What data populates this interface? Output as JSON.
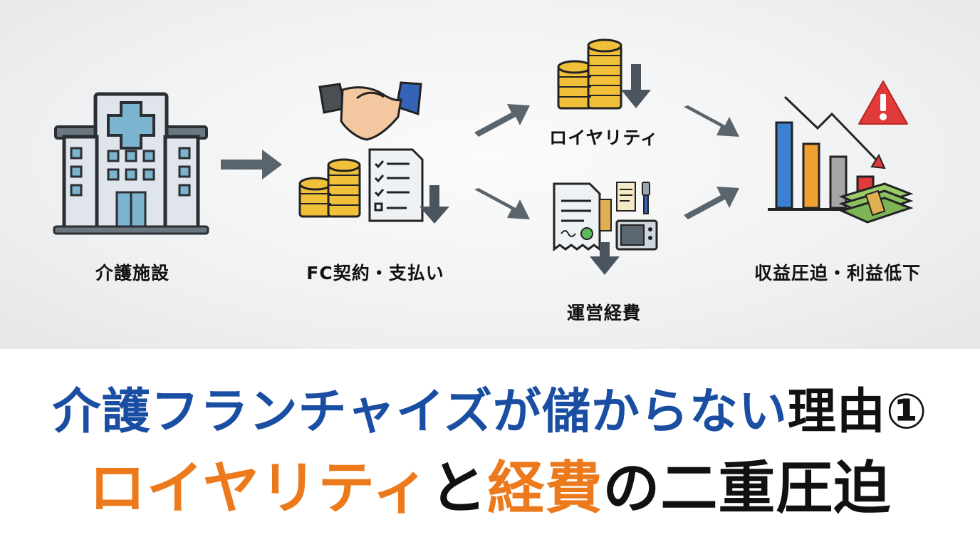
{
  "diagram": {
    "nodes": {
      "facility": {
        "label": "介護施設",
        "icon": "hospital-building-icon"
      },
      "contract": {
        "label": "FC契約・支払い",
        "icons": [
          "handshake-icon",
          "coin-stack-icon",
          "checklist-document-icon",
          "down-arrow-icon"
        ]
      },
      "royalty": {
        "label": "ロイヤリティ",
        "icons": [
          "coin-stack-icon",
          "down-arrow-icon"
        ]
      },
      "expenses": {
        "label": "運営経費",
        "icons": [
          "receipt-icon",
          "invoice-icon",
          "equipment-icon",
          "microwave-icon",
          "down-arrow-icon"
        ]
      },
      "profit": {
        "label": "収益圧迫・利益低下",
        "icons": [
          "declining-bar-chart-icon",
          "warning-icon",
          "money-stack-icon"
        ]
      }
    },
    "colors": {
      "arrow": "#5a646c",
      "coin": "#f0c03a",
      "building": "#d8dfe4",
      "bar_blue": "#3d7fd1",
      "bar_orange": "#f0a030",
      "bar_gray": "#a6a6a6",
      "bar_red": "#e03a3a",
      "warning": "#e03a3a",
      "money": "#8dc060"
    }
  },
  "title": {
    "line1": [
      {
        "text": "介護フランチャイズが",
        "color": "#1a4ea2"
      },
      {
        "text": "儲からない",
        "color": "#1a4ea2"
      },
      {
        "text": "理由①",
        "color": "#111111"
      }
    ],
    "line2": [
      {
        "text": "ロイヤリティ",
        "color": "#ec7a1c"
      },
      {
        "text": "と",
        "color": "#111111"
      },
      {
        "text": "経費",
        "color": "#ec7a1c"
      },
      {
        "text": "の二重圧迫",
        "color": "#111111"
      }
    ]
  }
}
